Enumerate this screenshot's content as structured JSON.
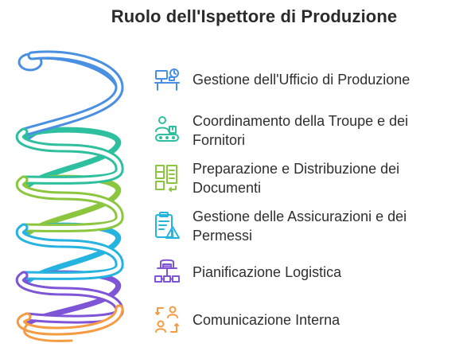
{
  "title": "Ruolo dell'Ispettore di Produzione",
  "colors": {
    "blue": "#4a90e2",
    "teal": "#2dbf9e",
    "green": "#8cc63f",
    "cyan": "#25b3e0",
    "purple": "#7d55d6",
    "orange": "#f59b42",
    "text": "#2f2f2f"
  },
  "items": [
    {
      "label": "Gestione dell'Ufficio di Produzione",
      "icon": "office-desk-icon",
      "color": "#4a90e2"
    },
    {
      "label": "Coordinamento della Troupe e dei Fornitori",
      "icon": "crew-conveyor-icon",
      "color": "#2dbf9e"
    },
    {
      "label": "Preparazione e Distribuzione dei Documenti",
      "icon": "documents-icon",
      "color": "#8cc63f"
    },
    {
      "label": "Gestione delle Assicurazioni e dei Permessi",
      "icon": "clipboard-warning-icon",
      "color": "#25b3e0"
    },
    {
      "label": "Pianificazione Logistica",
      "icon": "warehouse-network-icon",
      "color": "#7d55d6"
    },
    {
      "label": "Comunicazione Interna",
      "icon": "people-exchange-icon",
      "color": "#f59b42"
    }
  ]
}
